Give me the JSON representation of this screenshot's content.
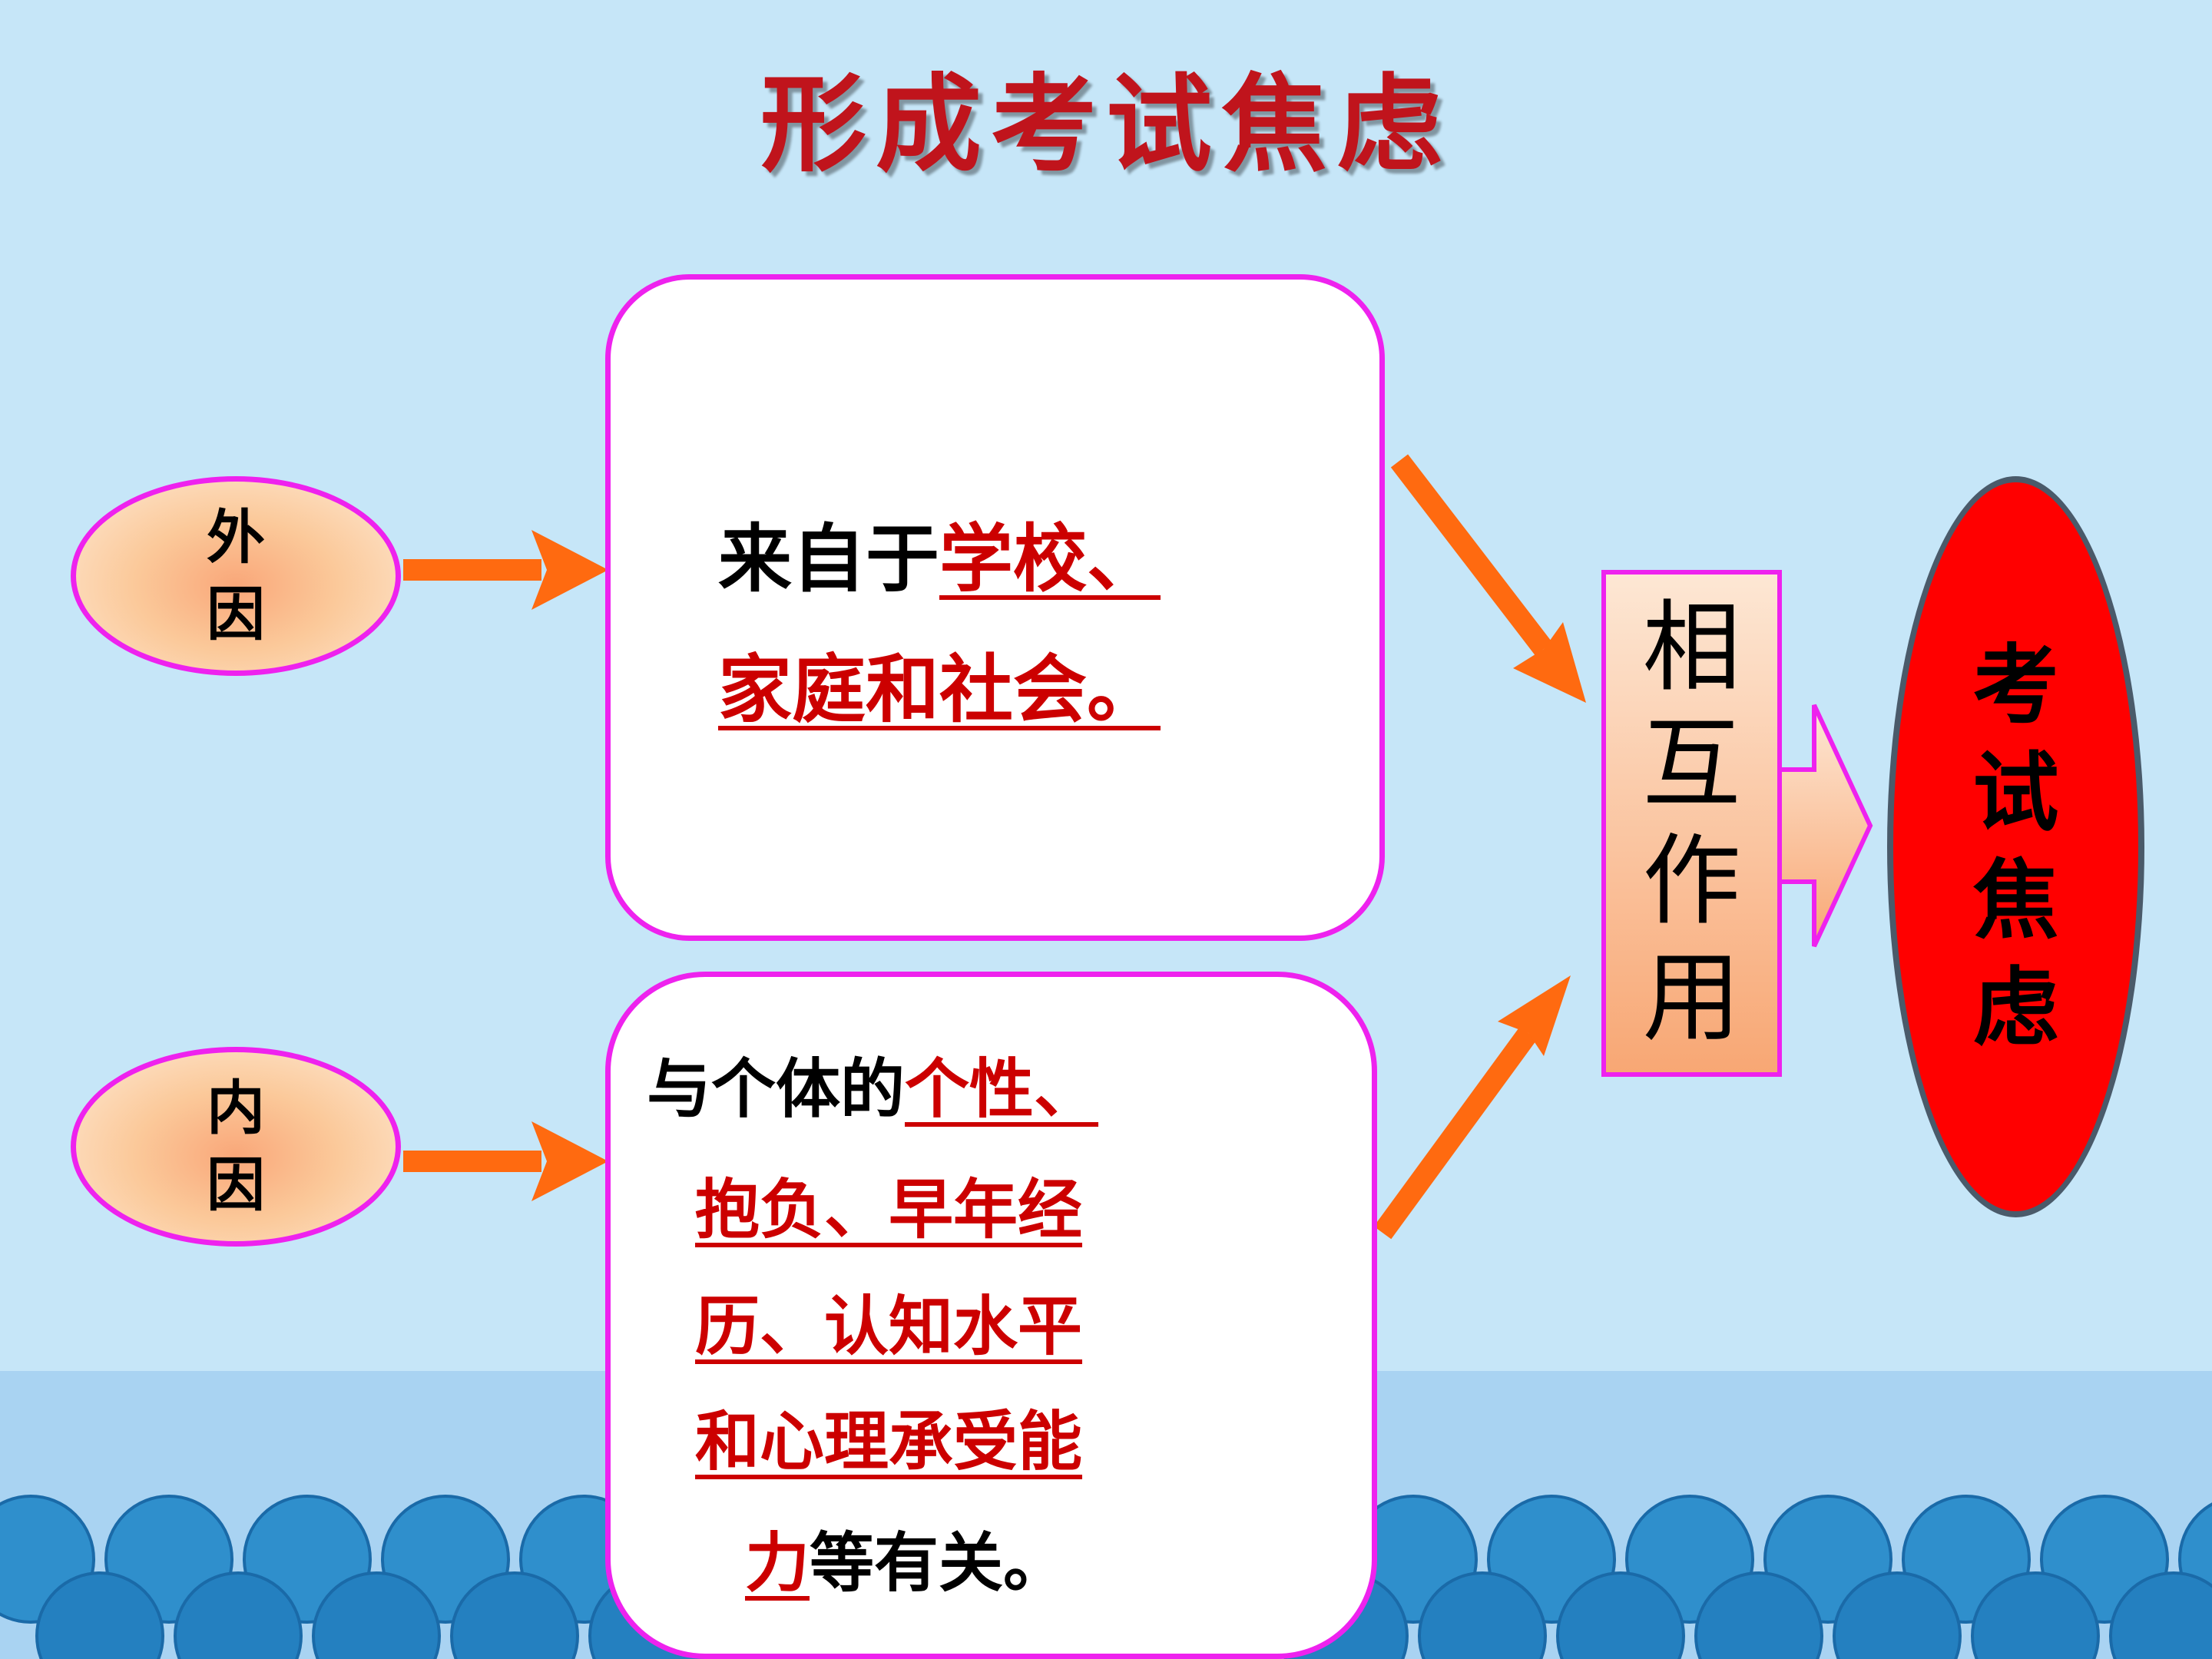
{
  "title": "形成考试焦虑",
  "external": {
    "label_chars": [
      "外",
      "因"
    ],
    "text_plain": "来自于",
    "text_red_1": "学校、",
    "text_red_2": "家庭和社会。"
  },
  "internal": {
    "label_chars": [
      "内",
      "因"
    ],
    "text_plain": "与个体的",
    "text_red_1": "个性、",
    "text_red_2": "抱负、早年经",
    "text_red_3": "历、认知水平",
    "text_red_4": "和心理承受能",
    "text_red_5": "力",
    "text_plain_end": "等有关。"
  },
  "interaction": {
    "chars": [
      "相",
      "互",
      "作",
      "用"
    ]
  },
  "result": {
    "chars": [
      "考",
      "试",
      "焦",
      "虑"
    ]
  },
  "colors": {
    "background": "#c6e6f8",
    "accent_red": "#c00000",
    "border_magenta": "#ee22ee",
    "arrow_orange": "#ff6a10",
    "result_fill": "#ff0000"
  }
}
